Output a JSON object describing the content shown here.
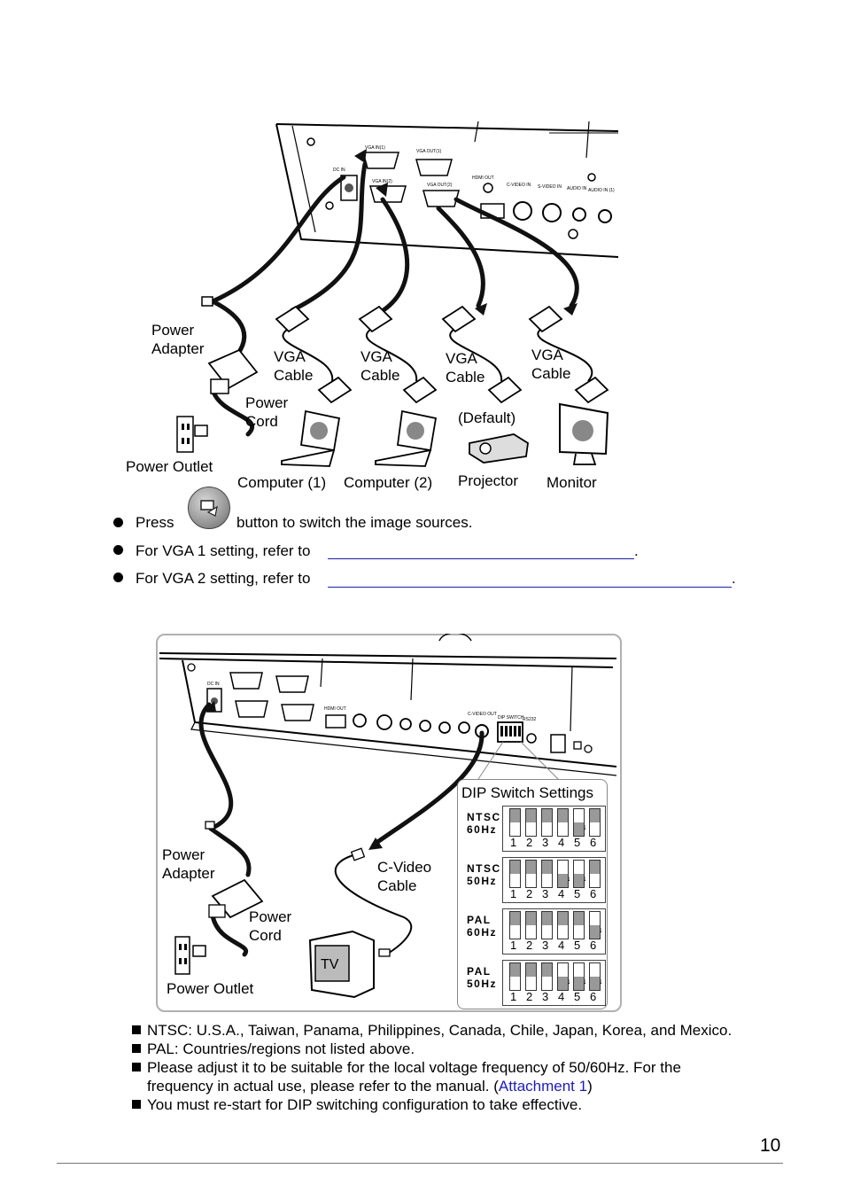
{
  "diagram1": {
    "labels": {
      "power_adapter": [
        "Power",
        "Adapter"
      ],
      "vga_cable_1": [
        "VGA",
        "Cable"
      ],
      "vga_cable_2": [
        "VGA",
        "Cable"
      ],
      "vga_cable_3": [
        "VGA",
        "Cable"
      ],
      "vga_cable_4": [
        "VGA",
        "Cable"
      ],
      "power_cord": [
        "Power",
        "Cord"
      ],
      "default": "(Default)",
      "power_outlet": "Power Outlet",
      "computer_1": "Computer (1)",
      "computer_2": "Computer (2)",
      "projector": "Projector",
      "monitor": "Monitor"
    },
    "panel_labels": {
      "dc_in": "DC IN",
      "vga_in_1": "VGA IN(1)",
      "vga_in_2": "VGA IN(2)",
      "vga_out_1": "VGA OUT(1)",
      "vga_out_2": "VGA OUT(2)",
      "hdmi_out": "HDMI OUT",
      "c_video_in": "C-VIDEO IN",
      "s_video_in": "S-VIDEO IN",
      "audio_in": "AUDIO IN",
      "audio_in_1": "AUDIO IN (1)"
    }
  },
  "bullets": {
    "press_before": "Press",
    "press_after": "button to switch the image sources.",
    "vga1": "For VGA 1 setting, refer to",
    "vga2": "For VGA 2 setting, refer to",
    "period": "."
  },
  "diagram2": {
    "dip_title": "DIP Switch Settings",
    "labels": {
      "power_adapter": [
        "Power",
        "Adapter"
      ],
      "c_video_cable": [
        "C-Video",
        "Cable"
      ],
      "power_cord": [
        "Power",
        "Cord"
      ],
      "power_outlet": "Power Outlet",
      "tv": "TV"
    },
    "panel_labels": {
      "dc_in": "DC IN",
      "hdmi_out": "HDMI OUT",
      "dip_switch": "DIP SWITCH",
      "rs232": "RS232",
      "c_video_out": "C-VIDEO OUT"
    },
    "dip_settings": [
      {
        "name": "NTSC",
        "freq": "60Hz",
        "down": [
          5
        ]
      },
      {
        "name": "NTSC",
        "freq": "50Hz",
        "down": [
          4,
          5
        ]
      },
      {
        "name": "PAL",
        "freq": "60Hz",
        "down": [
          6
        ]
      },
      {
        "name": "PAL",
        "freq": "50Hz",
        "down": [
          4,
          5,
          6
        ]
      }
    ],
    "dip_numbers": [
      "1",
      "2",
      "3",
      "4",
      "5",
      "6"
    ]
  },
  "notes": {
    "ntsc": "NTSC: U.S.A., Taiwan, Panama, Philippines, Canada, Chile, Japan, Korea, and Mexico.",
    "pal": "PAL: Countries/regions not listed above.",
    "adjust_1": "Please adjust it to be suitable for the local voltage frequency of 50/60Hz. For the",
    "adjust_2_before": "frequency in actual use, please refer to the manual. (",
    "adjust_2_link": "Attachment 1",
    "adjust_2_after": ")",
    "restart": "You must re-start for DIP switching configuration to take effective."
  },
  "page_number": "10",
  "colors": {
    "link": "#1a1acc",
    "frame": "#b0b0b0",
    "switch_grey": "#999999"
  }
}
